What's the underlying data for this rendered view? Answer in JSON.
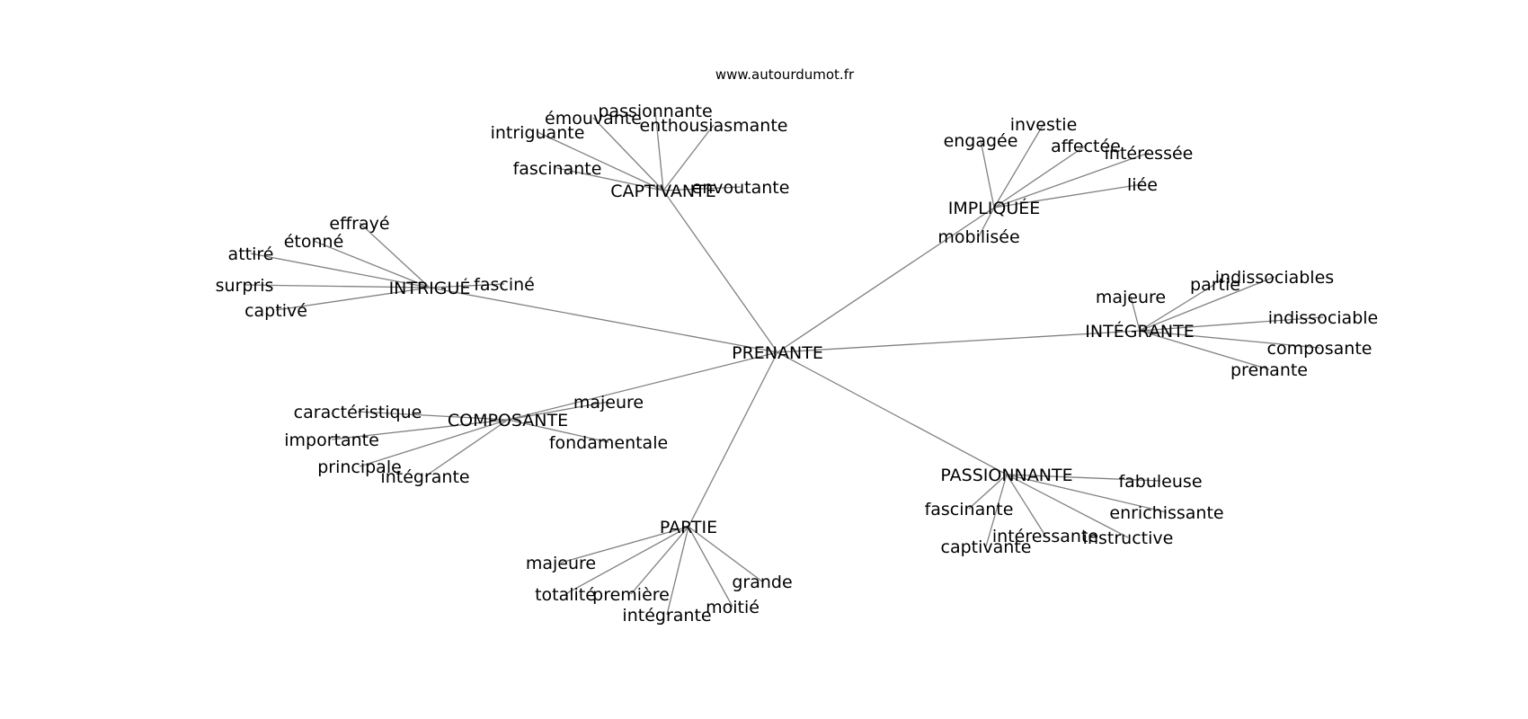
{
  "site_label": "www.autourdumot.fr",
  "colors": {
    "edge": "#808080",
    "text": "#000000",
    "background": "#ffffff"
  },
  "graph": {
    "root": "PRENANTE",
    "clusters": [
      {
        "word": "CAPTIVANTE",
        "leaves": [
          "passionnante",
          "émouvante",
          "enthousiasmante",
          "intriguante",
          "fascinante",
          "envoutante"
        ]
      },
      {
        "word": "IMPLIQUÉE",
        "leaves": [
          "investie",
          "engagée",
          "affectée",
          "intéressée",
          "liée",
          "mobilisée"
        ]
      },
      {
        "word": "INTRIGUÉ",
        "leaves": [
          "effrayé",
          "étonné",
          "attiré",
          "surpris",
          "captivé",
          "fasciné"
        ]
      },
      {
        "word": "INTÉGRANTE",
        "leaves": [
          "indissociables",
          "partie",
          "majeure",
          "indissociable",
          "composante",
          "prenante"
        ]
      },
      {
        "word": "COMPOSANTE",
        "leaves": [
          "caractéristique",
          "majeure",
          "importante",
          "fondamentale",
          "principale",
          "intégrante"
        ]
      },
      {
        "word": "PASSIONNANTE",
        "leaves": [
          "fabuleuse",
          "fascinante",
          "enrichissante",
          "intéressante",
          "instructive",
          "captivante"
        ]
      },
      {
        "word": "PARTIE",
        "leaves": [
          "majeure",
          "grande",
          "totalité",
          "première",
          "moitié",
          "intégrante"
        ]
      }
    ]
  }
}
